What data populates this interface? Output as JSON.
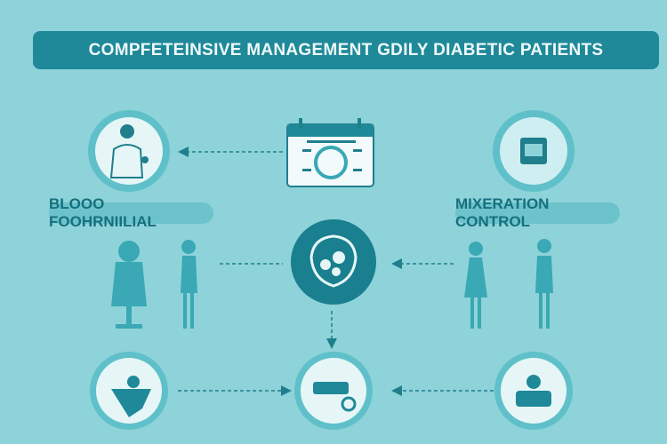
{
  "header": {
    "title": "COMPFETEINSIVE MANAGEMENT GDILY DIABETIC PATIENTS"
  },
  "labels": {
    "left": "BLOOO FOOHRNIILIAL",
    "right": "MIXERATION CONTROL"
  },
  "colors": {
    "background": "#8ed3d9",
    "primary": "#1f8999",
    "light": "#e6f6f7"
  }
}
